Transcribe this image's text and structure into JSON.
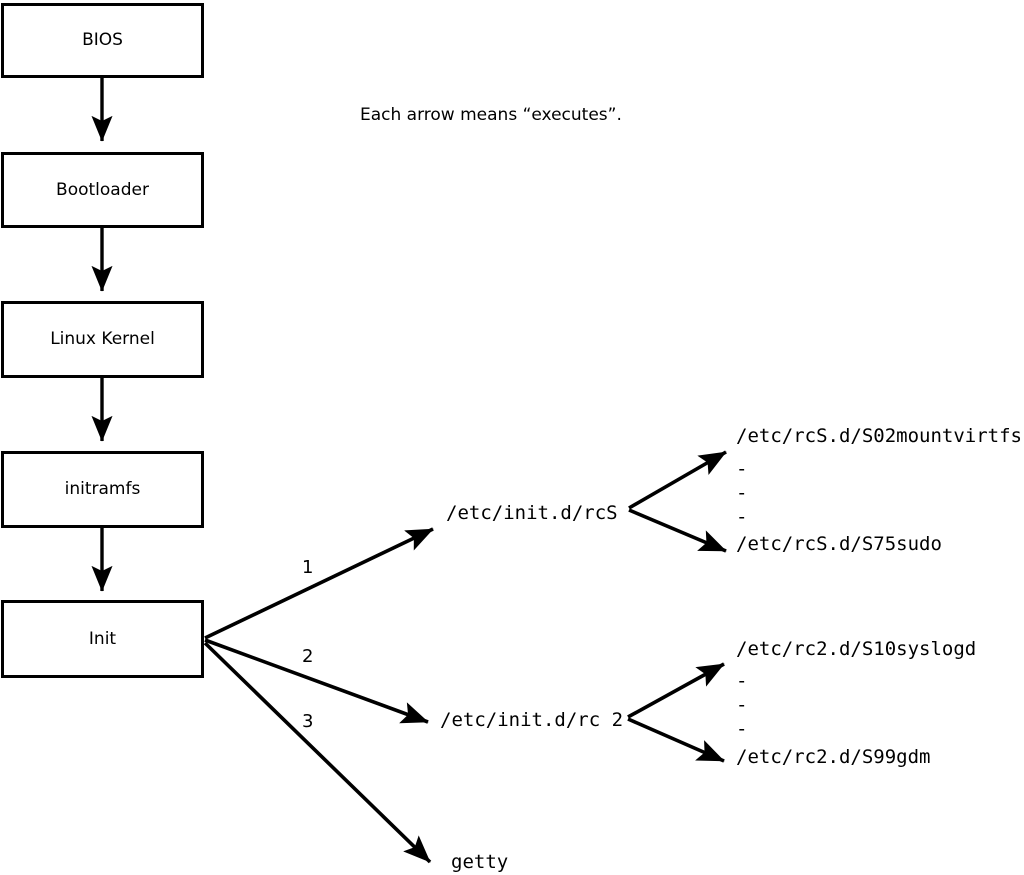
{
  "diagram": {
    "title": "Linux boot process flow diagram",
    "caption": "Each arrow means “executes”.",
    "stroke_color": "#000000",
    "background_color": "#ffffff",
    "boot_chain": [
      {
        "id": "bios",
        "label": "BIOS"
      },
      {
        "id": "bootloader",
        "label": "Bootloader"
      },
      {
        "id": "kernel",
        "label": "Linux Kernel"
      },
      {
        "id": "initramfs",
        "label": "initramfs"
      },
      {
        "id": "init",
        "label": "Init"
      }
    ],
    "init_branches": [
      {
        "number": "1",
        "target": "/etc/init.d/rcS"
      },
      {
        "number": "2",
        "target": "/etc/init.d/rc 2"
      },
      {
        "number": "3",
        "target": "getty"
      }
    ],
    "rcs_scripts": {
      "parent": "/etc/init.d/rcS",
      "first": "/etc/rcS.d/S02mountvirtfs",
      "ellipsis": [
        "-",
        "-",
        "-"
      ],
      "last": "/etc/rcS.d/S75sudo"
    },
    "rc2_scripts": {
      "parent": "/etc/init.d/rc 2",
      "first": "/etc/rc2.d/S10syslogd",
      "ellipsis": [
        "-",
        "-",
        "-"
      ],
      "last": "/etc/rc2.d/S99gdm"
    }
  }
}
